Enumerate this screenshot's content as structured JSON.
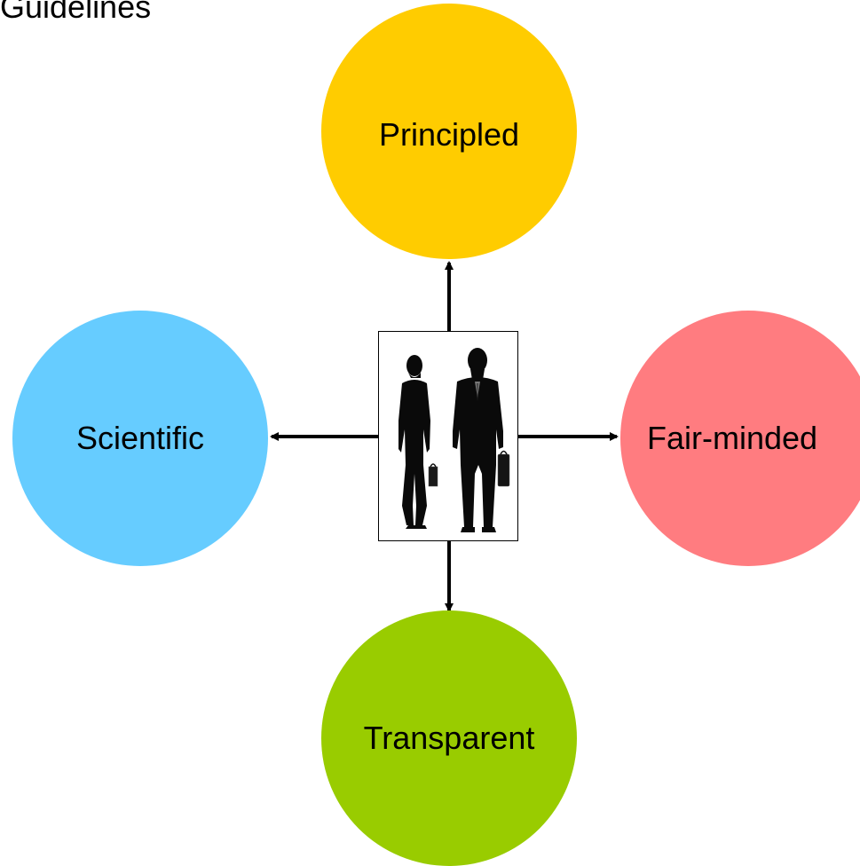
{
  "slide": {
    "title": "Guidelines"
  },
  "diagram": {
    "center": {
      "image": "two-business-people-silhouette"
    },
    "nodes": {
      "top": {
        "label": "Principled",
        "color": "#FFCC00"
      },
      "left": {
        "label": "Scientific",
        "color": "#66CCFF"
      },
      "right": {
        "label": "Fair-minded",
        "color": "#FF7C80"
      },
      "bottom": {
        "label": "Transparent",
        "color": "#99CC00"
      }
    },
    "connector_color": "#000000"
  }
}
